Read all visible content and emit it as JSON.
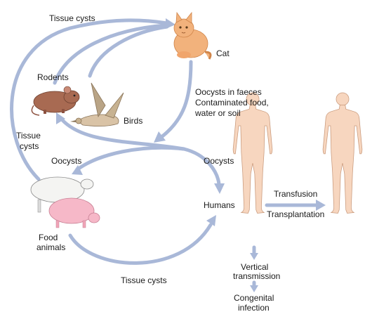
{
  "labels": {
    "tissue_cysts_top": "Tissue cysts",
    "cat": "Cat",
    "rodents": "Rodents",
    "birds": "Birds",
    "oocysts_faeces_1": "Oocysts in faeces",
    "oocysts_faeces_2": "Contaminated food,",
    "oocysts_faeces_3": "water or soil",
    "tissue_cysts_left_1": "Tissue",
    "tissue_cysts_left_2": "cysts",
    "oocysts_left": "Oocysts",
    "oocysts_right": "Oocysts",
    "humans": "Humans",
    "transfusion": "Transfusion",
    "transplantation": "Transplantation",
    "food_animals_1": "Food",
    "food_animals_2": "animals",
    "tissue_cysts_bottom": "Tissue cysts",
    "vertical_1": "Vertical",
    "vertical_2": "transmission",
    "congenital_1": "Congenital",
    "congenital_2": "infection"
  },
  "colors": {
    "arrow": "#a9b8d8",
    "skin": "#f7d6bf",
    "cat": "#f2b27c",
    "rodent": "#a86a52",
    "pig": "#f6b8c8",
    "sheep": "#f4f4f2"
  },
  "icons": [
    "cat-icon",
    "rodent-icon",
    "bird-icon",
    "sheep-icon",
    "pig-icon",
    "human-icon",
    "human-recipient-icon"
  ]
}
